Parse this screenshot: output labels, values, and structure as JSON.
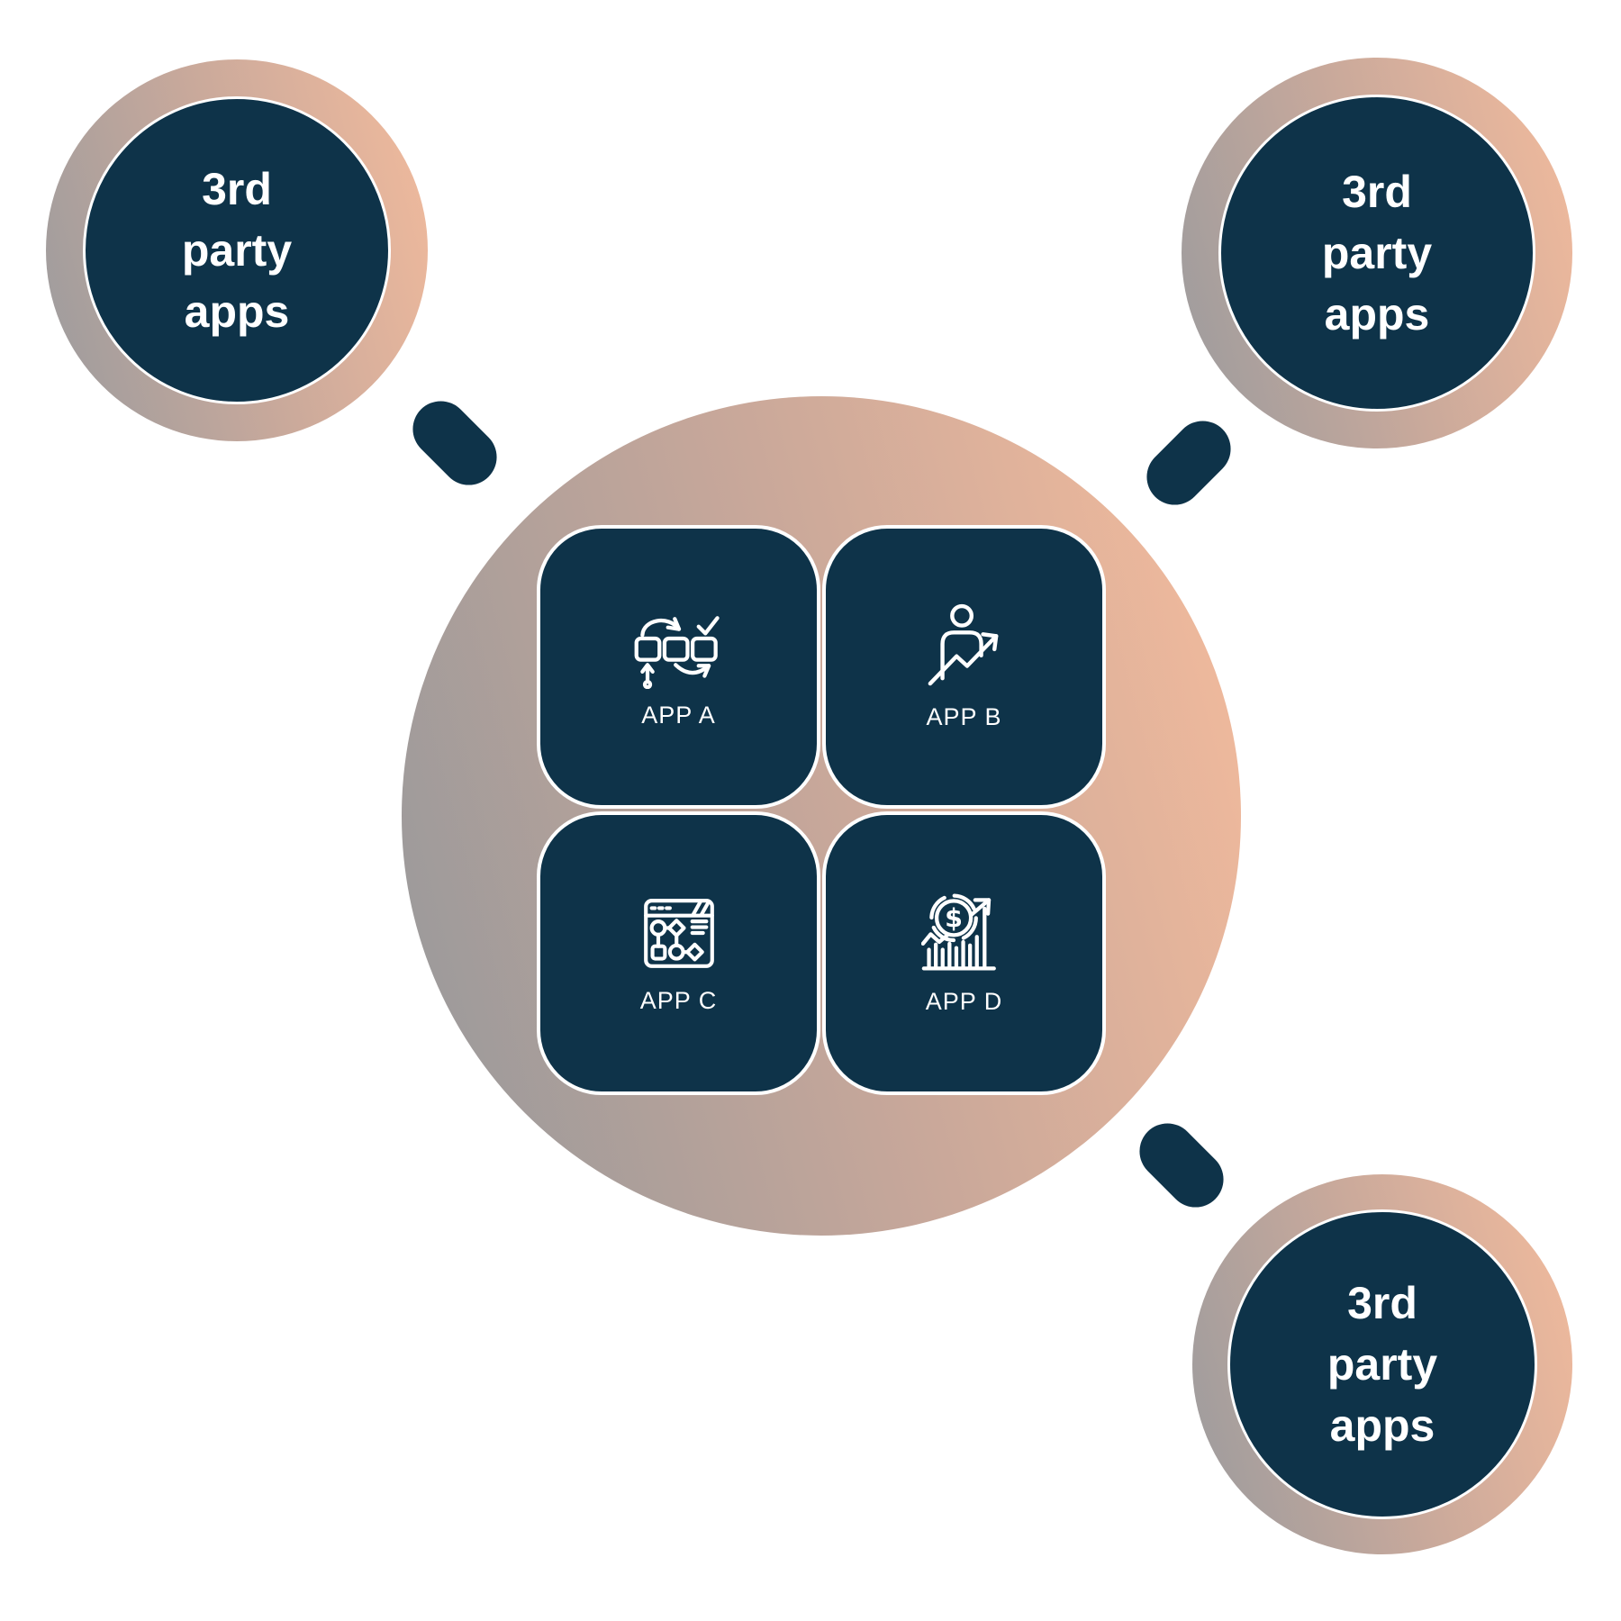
{
  "colors": {
    "navy": "#0E3349",
    "gradient_gray": "#95989B",
    "gradient_peach": "#F6BC9C",
    "tile_border": "#FFFFFF",
    "text": "#FFFFFF"
  },
  "hub": {
    "apps": [
      {
        "label": "APP A",
        "icon": "workflow-sync-icon"
      },
      {
        "label": "APP B",
        "icon": "user-growth-icon"
      },
      {
        "label": "APP C",
        "icon": "website-flowchart-icon"
      },
      {
        "label": "APP D",
        "icon": "revenue-growth-icon",
        "icon_glyph": "$"
      }
    ]
  },
  "satellites": [
    {
      "position": "top-left",
      "label": "3rd party apps"
    },
    {
      "position": "top-right",
      "label": "3rd party apps"
    },
    {
      "position": "bottom-right",
      "label": "3rd party apps"
    }
  ]
}
